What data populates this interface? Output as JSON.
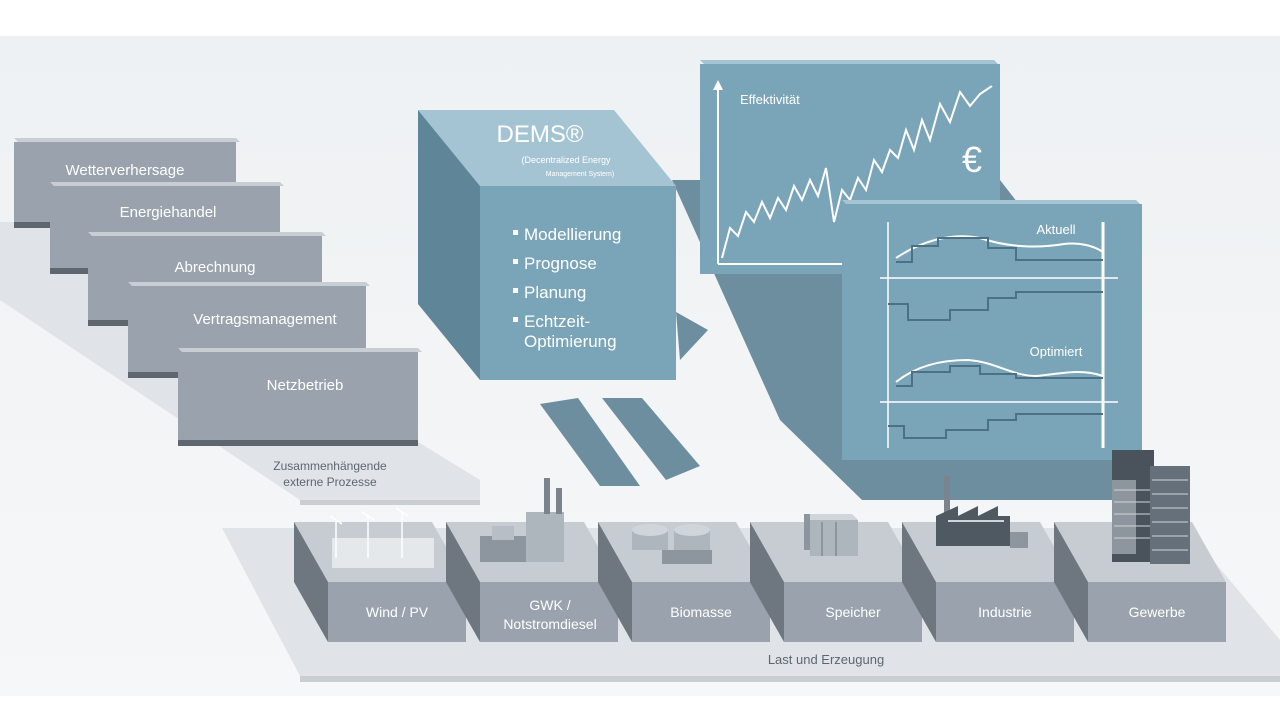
{
  "left_stack": {
    "boxes": [
      "Wetterverhersage",
      "Energiehandel",
      "Abrechnung",
      "Vertragsmanagement",
      "Netzbetrieb"
    ],
    "caption_line1": "Zusammenhängende",
    "caption_line2": "externe Prozesse"
  },
  "dems_cube": {
    "title": "DEMS®",
    "subtitle_line1": "(Decentralized Energy",
    "subtitle_line2": "Management System)",
    "bullets": [
      "Modellierung",
      "Prognose",
      "Planung",
      "Echtzeit-",
      "Optimierung"
    ]
  },
  "effectivity_panel": {
    "title": "Effektivität",
    "currency_symbol": "€"
  },
  "schedule_panel": {
    "label_current": "Aktuell",
    "label_optimized": "Optimiert"
  },
  "units": {
    "items": [
      {
        "line1": "Wind / PV",
        "line2": ""
      },
      {
        "line1": "GWK /",
        "line2": "Notstromdiesel"
      },
      {
        "line1": "Biomasse",
        "line2": ""
      },
      {
        "line1": "Speicher",
        "line2": ""
      },
      {
        "line1": "Industrie",
        "line2": ""
      },
      {
        "line1": "Gewerbe",
        "line2": ""
      }
    ],
    "caption": "Last und Erzeugung"
  },
  "colors": {
    "gray_box": "#9aa3ad",
    "cube_front": "#7aa5b9",
    "cube_top": "#a4c5d4",
    "shadow": "#6c8e9f",
    "platform": "#e2e6ea"
  }
}
